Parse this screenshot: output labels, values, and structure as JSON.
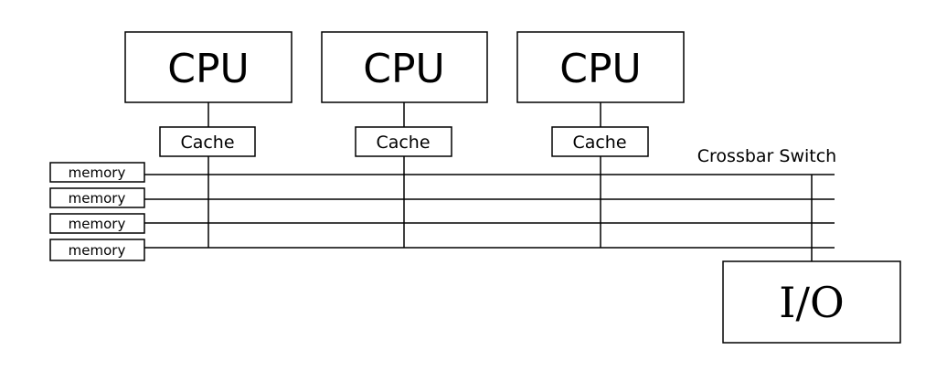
{
  "cpus": [
    {
      "label": "CPU",
      "cache_label": "Cache"
    },
    {
      "label": "CPU",
      "cache_label": "Cache"
    },
    {
      "label": "CPU",
      "cache_label": "Cache"
    }
  ],
  "memories": [
    {
      "label": "memory"
    },
    {
      "label": "memory"
    },
    {
      "label": "memory"
    },
    {
      "label": "memory"
    }
  ],
  "switch_label": "Crossbar Switch",
  "io_label": "I/O"
}
